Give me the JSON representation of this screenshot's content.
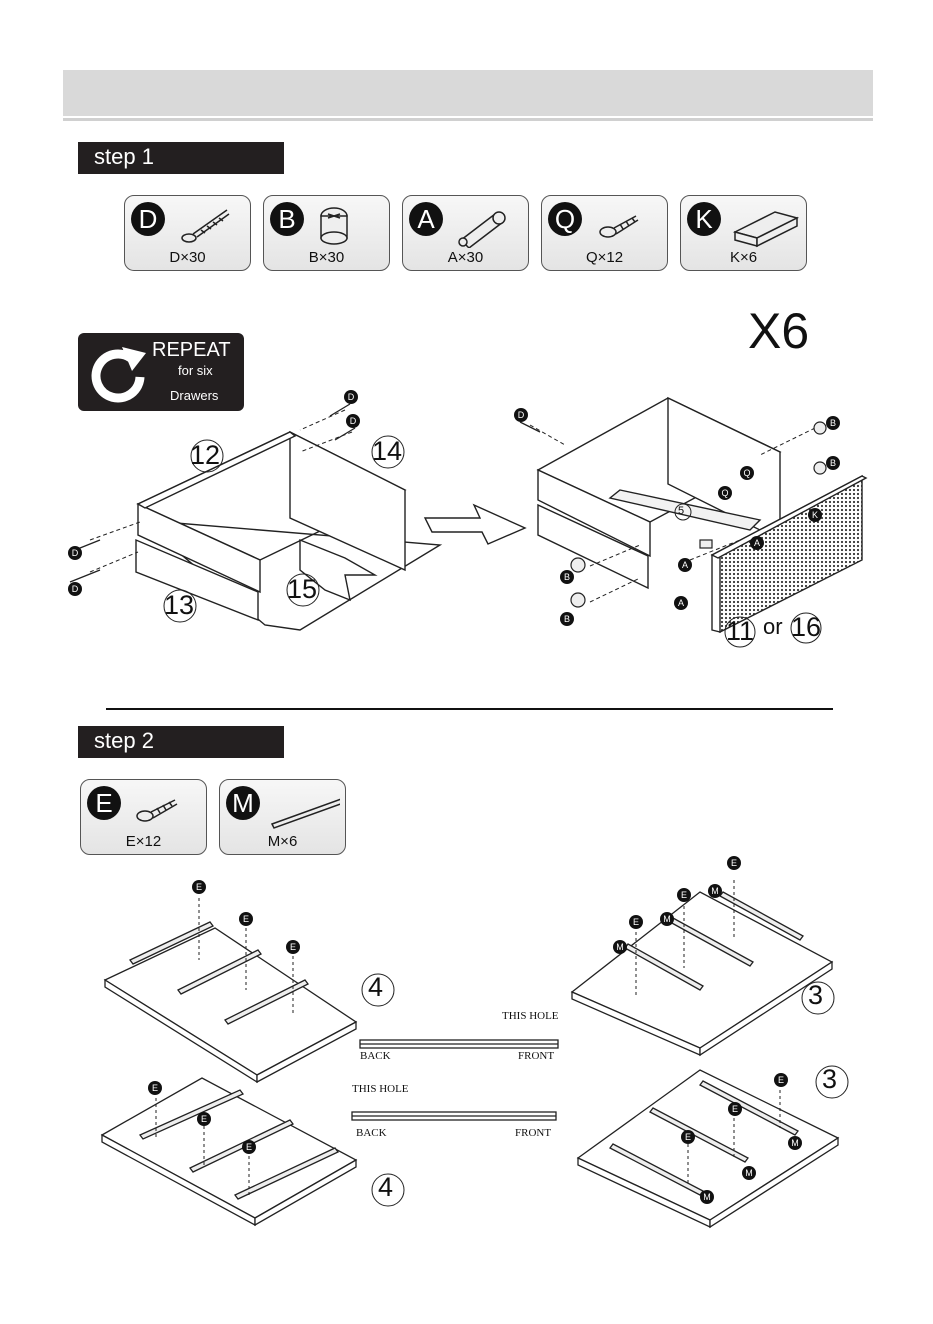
{
  "step1": {
    "label": "step 1",
    "parts": [
      {
        "letter": "D",
        "qty": "D×30",
        "icon": "screw-icon"
      },
      {
        "letter": "B",
        "qty": "B×30",
        "icon": "cam-lock-icon"
      },
      {
        "letter": "A",
        "qty": "A×30",
        "icon": "cam-bolt-icon"
      },
      {
        "letter": "Q",
        "qty": "Q×12",
        "icon": "screw-icon"
      },
      {
        "letter": "K",
        "qty": "K×6",
        "icon": "bracket-icon"
      }
    ],
    "repeat": {
      "title": "REPEAT",
      "line1": "for six",
      "line2": "Drawers"
    },
    "multiplier": "X6",
    "panels": {
      "p12": "12",
      "p14": "14",
      "p13": "13",
      "p15": "15",
      "p11": "11",
      "or": "or",
      "p16": "16",
      "p5": "5"
    },
    "callouts": {
      "D": "D",
      "B": "B",
      "A": "A",
      "Q": "Q",
      "K": "K"
    }
  },
  "step2": {
    "label": "step 2",
    "parts": [
      {
        "letter": "E",
        "qty": "E×12",
        "icon": "screw-icon"
      },
      {
        "letter": "M",
        "qty": "M×6",
        "icon": "rail-icon"
      }
    ],
    "panels": {
      "p4a": "4",
      "p3a": "3",
      "p4b": "4",
      "p3b": "3"
    },
    "rail_top": {
      "hole": "THIS HOLE",
      "back": "BACK",
      "front": "FRONT"
    },
    "rail_bottom": {
      "hole": "THIS HOLE",
      "back": "BACK",
      "front": "FRONT"
    },
    "callouts": {
      "E": "E",
      "M": "M"
    }
  }
}
